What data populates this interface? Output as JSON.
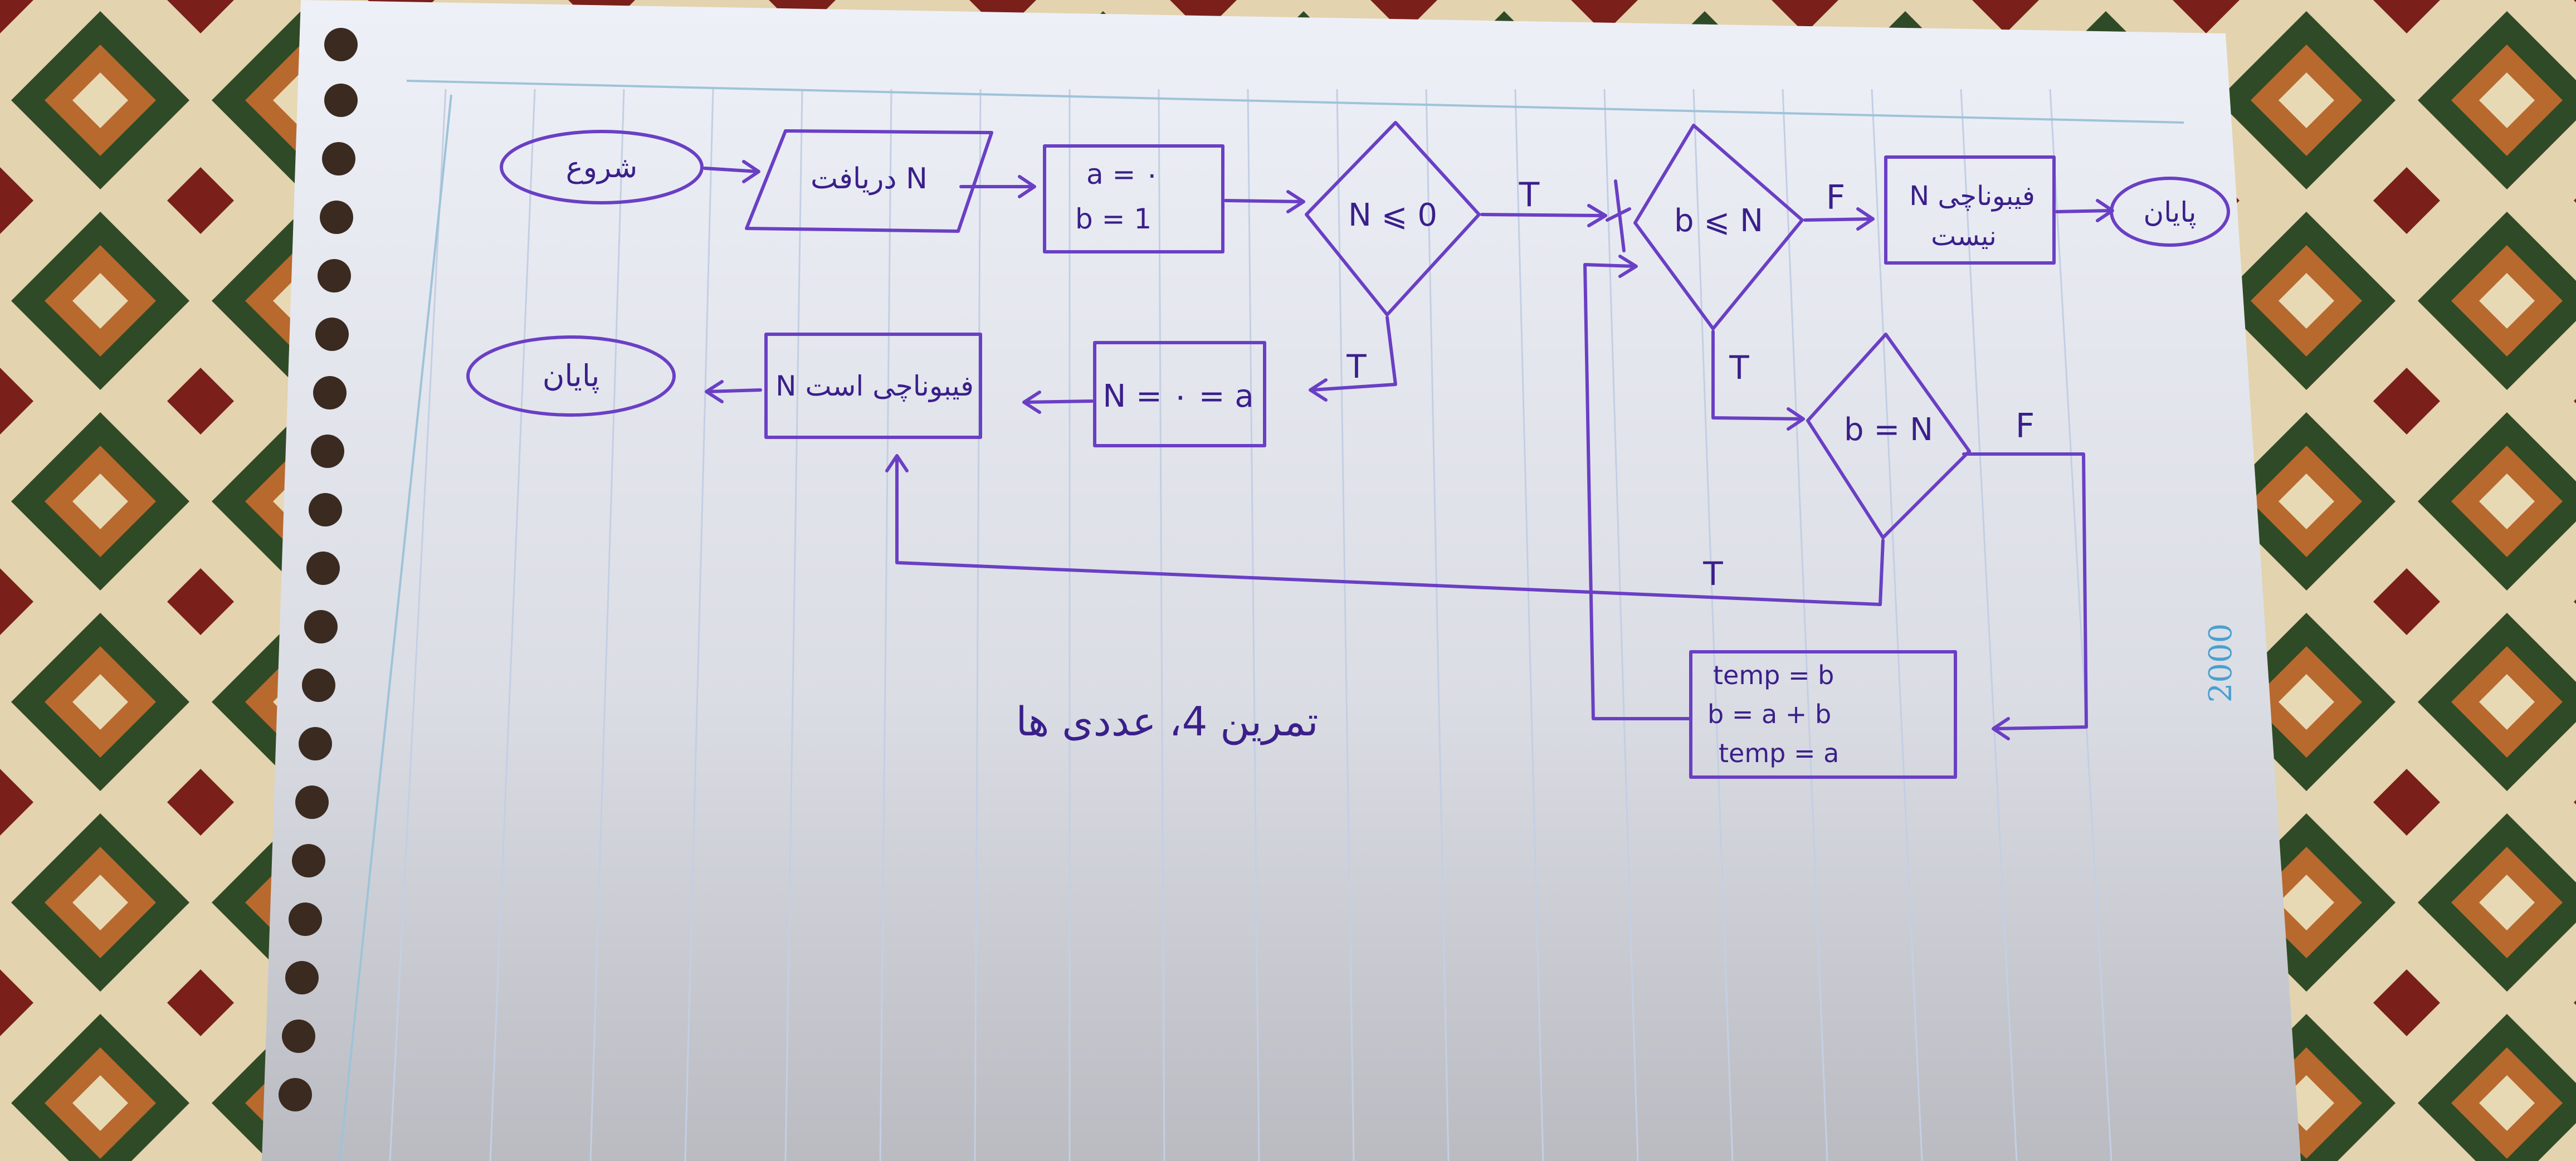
{
  "flowchart": {
    "nodes": {
      "start": "شروع",
      "input": "دریافت N",
      "init_a": "a = ٠",
      "init_b": "b = 1",
      "cond_n": "N ⩽ 0",
      "cond_b_le_n": "b ⩽ N",
      "not_fib_line1": "N فیبوناچی",
      "not_fib_line2": "نیست",
      "end_right": "پایان",
      "cond_b_eq_n": "b = N",
      "assign_n": "N = ٠ = a",
      "is_fib": "N فیبوناچی است",
      "end_left": "پایان",
      "temp_line1": "temp = b",
      "temp_line2": "b = a + b",
      "temp_line3": "temp = a"
    },
    "edge_labels": {
      "cond_n_true": "T",
      "cond_n_false": "T",
      "cond_b_le_n_false": "F",
      "cond_b_le_n_true": "T",
      "cond_b_eq_n_false": "F",
      "cond_b_eq_n_true": "T"
    },
    "caption": "تمرین 4، عددی ها",
    "margin_number": "2000"
  },
  "colors": {
    "ink": "#6a3fc4",
    "paper": "#eef0f8",
    "ruling": "#b8c8e0",
    "rug_dark": "#3d5a2e",
    "rug_light": "#e8d9b5"
  }
}
